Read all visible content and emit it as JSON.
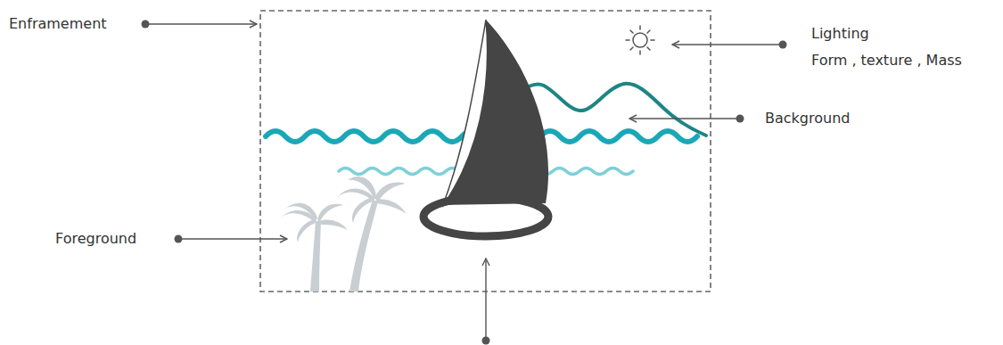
{
  "diagram": {
    "labels": [
      "Enframement",
      "Lighting",
      "Form , texture , Mass",
      "Background",
      "Foreground"
    ]
  }
}
